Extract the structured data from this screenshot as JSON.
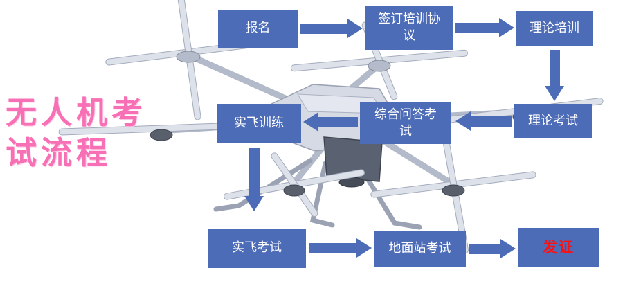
{
  "title": {
    "line1": "无人机考",
    "line2": "试流程"
  },
  "colors": {
    "node_fill": "#4d6cb8",
    "node_text": "#ffffff",
    "title_pink": "#f76fb4",
    "certificate_red": "#ff0f0f",
    "background": "#ffffff"
  },
  "icons": {
    "background_image": "hexacopter-drone-3d-render"
  },
  "flow": {
    "nodes": [
      {
        "id": "signup",
        "label": "报名"
      },
      {
        "id": "agreement",
        "label": "签订培训协议"
      },
      {
        "id": "theory-training",
        "label": "理论培训"
      },
      {
        "id": "theory-exam",
        "label": "理论考试"
      },
      {
        "id": "qa-exam",
        "label": "综合问答考试"
      },
      {
        "id": "flight-training",
        "label": "实飞训练"
      },
      {
        "id": "flight-exam",
        "label": "实飞考试"
      },
      {
        "id": "ground-station-exam",
        "label": "地面站考试"
      },
      {
        "id": "certificate",
        "label": "发证"
      }
    ],
    "edges": [
      {
        "from": "signup",
        "to": "agreement",
        "direction": "right"
      },
      {
        "from": "agreement",
        "to": "theory-training",
        "direction": "right"
      },
      {
        "from": "theory-training",
        "to": "theory-exam",
        "direction": "down"
      },
      {
        "from": "theory-exam",
        "to": "qa-exam",
        "direction": "left"
      },
      {
        "from": "qa-exam",
        "to": "flight-training",
        "direction": "left"
      },
      {
        "from": "flight-training",
        "to": "flight-exam",
        "direction": "down"
      },
      {
        "from": "flight-exam",
        "to": "ground-station-exam",
        "direction": "right"
      },
      {
        "from": "ground-station-exam",
        "to": "certificate",
        "direction": "right"
      }
    ]
  }
}
